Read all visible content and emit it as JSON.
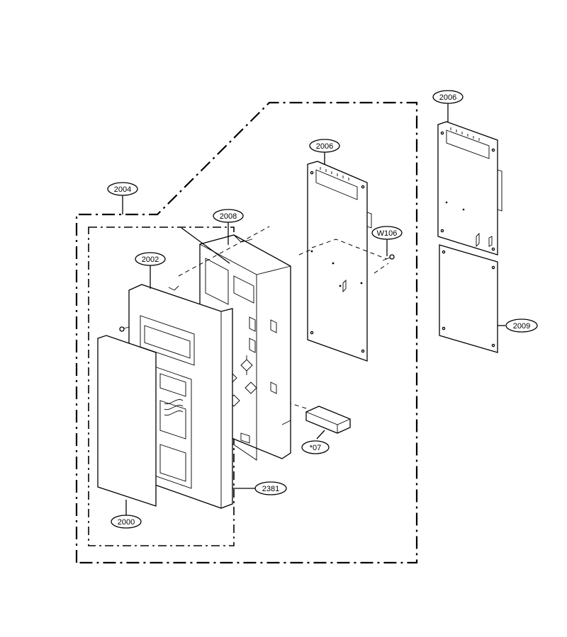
{
  "labels": {
    "l2004": "2004",
    "l2008": "2008",
    "l2002": "2002",
    "l2006a": "2006",
    "l2006b": "2006",
    "lW106": "W106",
    "l2009": "2009",
    "l07": "*07",
    "l2381": "2381",
    "l2000": "2000"
  }
}
